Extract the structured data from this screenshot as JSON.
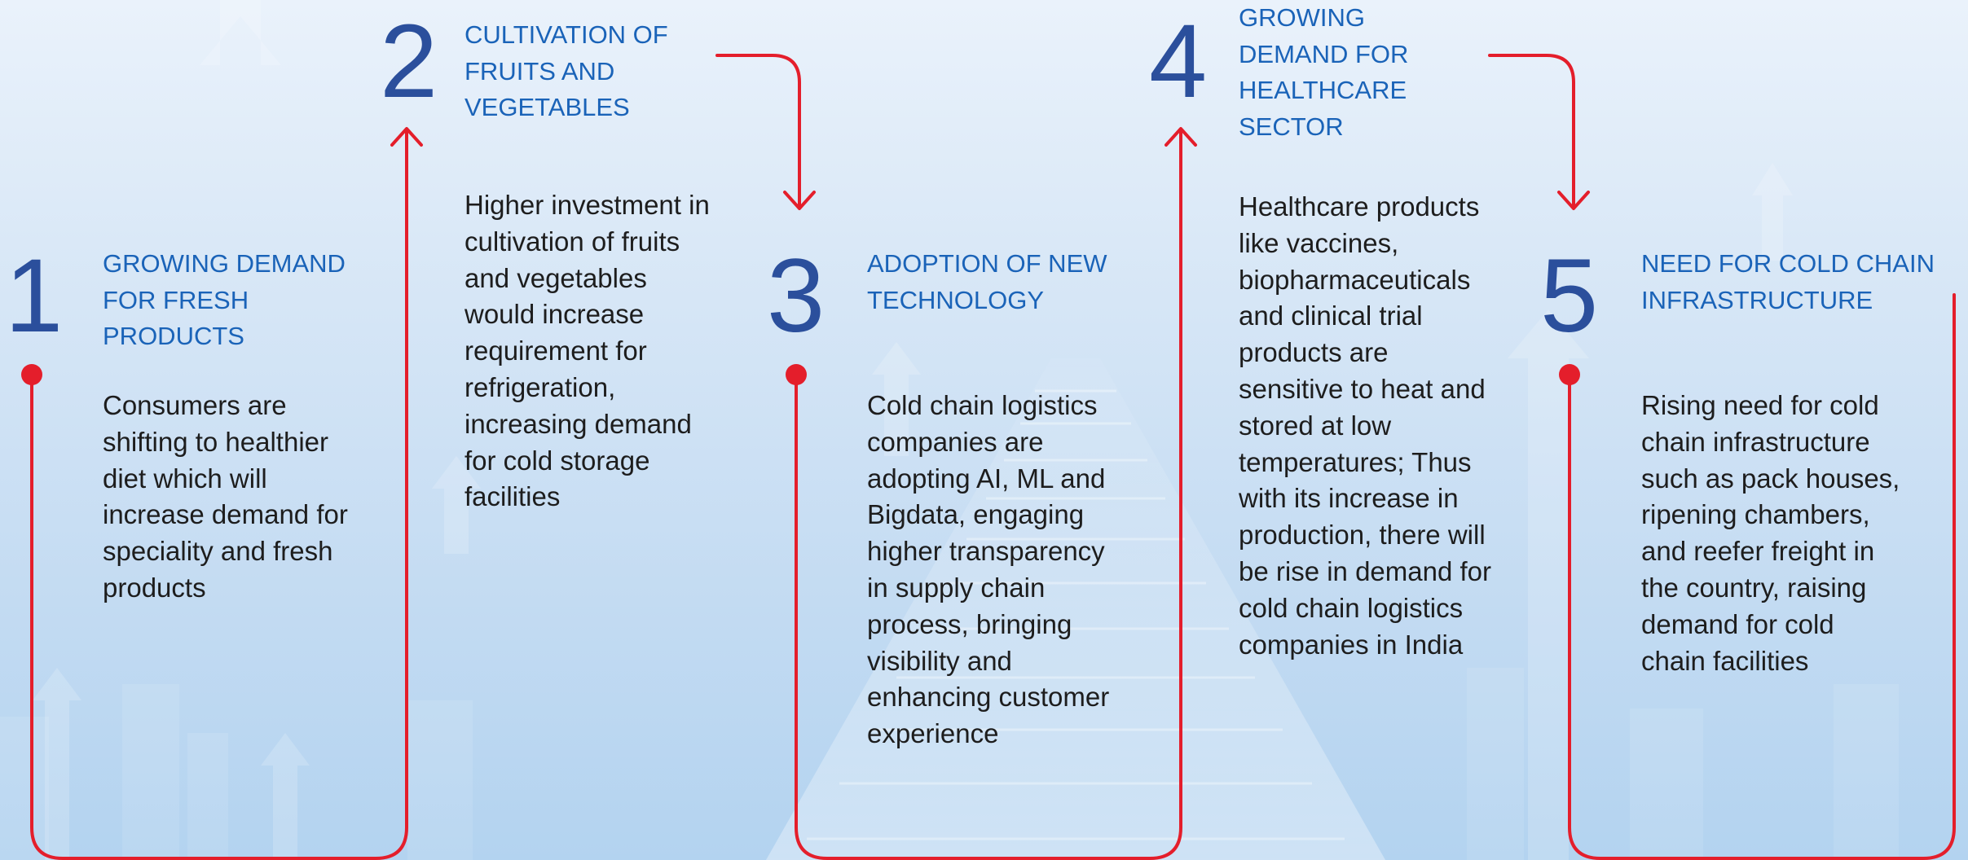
{
  "colors": {
    "connector": "#e41e2b",
    "number": "#2b4f9c",
    "heading": "#1a63b8",
    "body_text": "#1d1d1d",
    "background_top": "#eaf2fb",
    "background_bottom": "#b3d3f0"
  },
  "steps": [
    {
      "number": "1",
      "heading": "GROWING DEMAND\nFOR FRESH\nPRODUCTS",
      "body": "Consumers are\nshifting to healthier\ndiet which will\nincrease demand for\nspeciality and fresh\nproducts"
    },
    {
      "number": "2",
      "heading": "CULTIVATION OF\nFRUITS AND\nVEGETABLES",
      "body": "Higher investment in\ncultivation of fruits\nand vegetables\nwould increase\nrequirement for\nrefrigeration,\nincreasing demand\nfor cold storage\nfacilities"
    },
    {
      "number": "3",
      "heading": "ADOPTION OF NEW\nTECHNOLOGY",
      "body": "Cold chain logistics\ncompanies are\nadopting AI, ML and\nBigdata, engaging\nhigher transparency\nin supply chain\nprocess, bringing\nvisibility and\nenhancing customer\nexperience"
    },
    {
      "number": "4",
      "heading": "GROWING\nDEMAND FOR\nHEALTHCARE\nSECTOR",
      "body": "Healthcare products\nlike vaccines,\nbiopharmaceuticals\nand clinical trial\nproducts are\nsensitive to heat and\nstored at low\ntemperatures; Thus\nwith its increase in\nproduction, there will\nbe rise in demand for\ncold chain logistics\ncompanies in India"
    },
    {
      "number": "5",
      "heading": "NEED FOR COLD CHAIN\nINFRASTRUCTURE",
      "body": "Rising need for cold\nchain infrastructure\nsuch as pack houses,\nripening chambers,\nand reefer freight in\nthe country, raising\ndemand for cold\nchain facilities"
    }
  ]
}
